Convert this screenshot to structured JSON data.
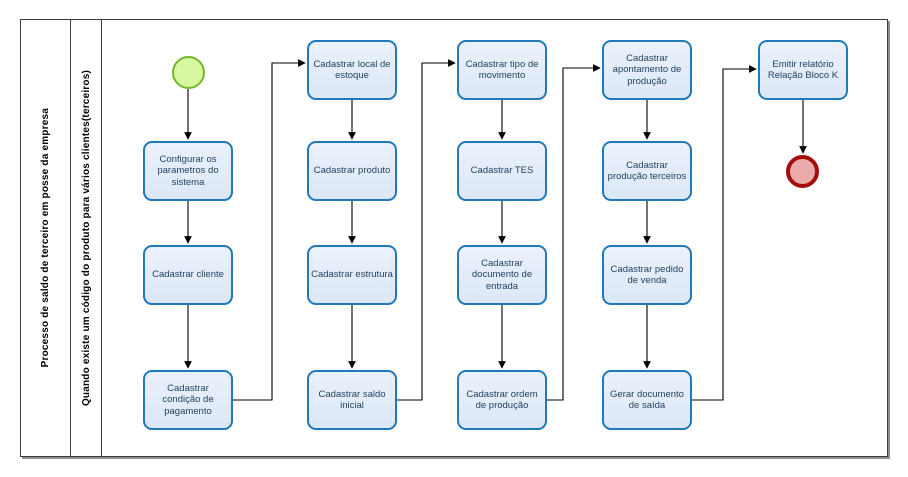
{
  "pool": {
    "label": "Processo de saldo de terceiro em posse da empresa",
    "lane_label": "Quando existe um código do produto para vários clientes(terceiros)"
  },
  "tasks": {
    "t1": "Configurar os parametros do sistema",
    "t2": "Cadastrar cliente",
    "t3": "Cadastrar condição de pagamento",
    "t4": "Cadastrar local de estoque",
    "t5": "Cadastrar produto",
    "t6": "Cadastrar estrutura",
    "t7": "Cadastrar saldo inicial",
    "t8": "Cadastrar tipo de movimento",
    "t9": "Cadastrar TES",
    "t10": "Cadastrar documento de entrada",
    "t11": "Cadastrar ordem de produção",
    "t12": "Cadastrar apontamento de produção",
    "t13": "Cadastrar produção terceiros",
    "t14": "Cadastrar pedido de venda",
    "t15": "Gerar documento de saída",
    "t16": "Emitir relatório Relação Bloco K"
  },
  "events": {
    "start": "start-event",
    "end": "end-event"
  },
  "flows": [
    {
      "from": "start",
      "to": "t1"
    },
    {
      "from": "t1",
      "to": "t2"
    },
    {
      "from": "t2",
      "to": "t3"
    },
    {
      "from": "t3",
      "to": "t4"
    },
    {
      "from": "t4",
      "to": "t5"
    },
    {
      "from": "t5",
      "to": "t6"
    },
    {
      "from": "t6",
      "to": "t7"
    },
    {
      "from": "t7",
      "to": "t8"
    },
    {
      "from": "t8",
      "to": "t9"
    },
    {
      "from": "t9",
      "to": "t10"
    },
    {
      "from": "t10",
      "to": "t11"
    },
    {
      "from": "t11",
      "to": "t12"
    },
    {
      "from": "t12",
      "to": "t13"
    },
    {
      "from": "t13",
      "to": "t14"
    },
    {
      "from": "t14",
      "to": "t15"
    },
    {
      "from": "t15",
      "to": "t16"
    },
    {
      "from": "t16",
      "to": "end"
    }
  ],
  "colors": {
    "task_border": "#2079b8",
    "task_fill": "#dce7f7",
    "start_border": "#74b62c",
    "start_fill": "#d7f7a1",
    "end_border": "#a50d0d",
    "end_fill": "#eaabab"
  }
}
